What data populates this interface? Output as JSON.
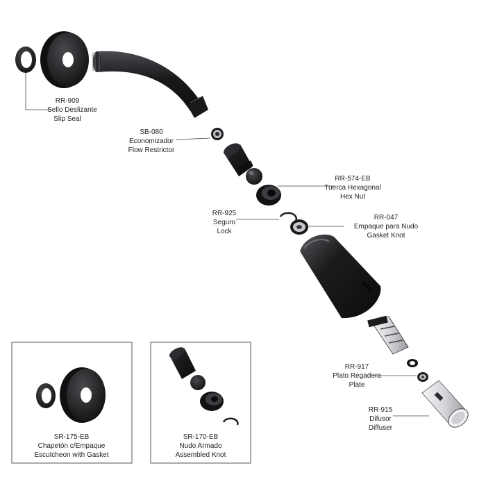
{
  "colors": {
    "part_dark": "#1e1e20",
    "part_mid": "#3a3a3e",
    "part_highlight": "#8c8c92",
    "chrome_light": "#e9e9ec",
    "leader_line": "#444444",
    "box_border": "#555555",
    "text": "#222222"
  },
  "callouts": {
    "rr909": {
      "code": "RR-909",
      "es": "Sello Deslizante",
      "en": "Slip Seal"
    },
    "sb080": {
      "code": "SB-080",
      "es": "Economizador",
      "en": "Flow Restrictor"
    },
    "rr574": {
      "code": "RR-574-EB",
      "es": "Tuerca Hexagonal",
      "en": "Hex Nut"
    },
    "rr925": {
      "code": "RR-925",
      "es": "Seguro",
      "en": "Lock"
    },
    "rr047": {
      "code": "RR-047",
      "es": "Empaque para Nudo",
      "en": "Gasket Knot"
    },
    "rr917": {
      "code": "RR-917",
      "es": "Plato Regadera",
      "en": "Plate"
    },
    "rr915": {
      "code": "RR-915",
      "es": "Difusor",
      "en": "Diffuser"
    }
  },
  "kits": {
    "sr175": {
      "code": "SR-175-EB",
      "es": "Chapetón c/Empaque",
      "en": "Escutcheon with Gasket"
    },
    "sr170": {
      "code": "SR-170-EB",
      "es": "Nudo Armado",
      "en": "Assembled Knot"
    }
  }
}
